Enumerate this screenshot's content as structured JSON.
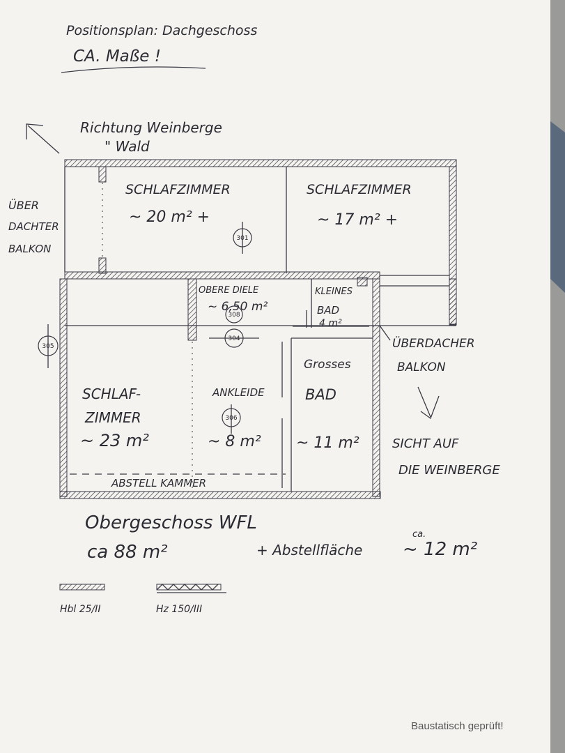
{
  "title": {
    "line1": "Positionsplan: Dachgeschoss",
    "line2": "CA. Maße !"
  },
  "direction_note": {
    "line1": "Richtung Weinberge",
    "line2": "\"   Wald"
  },
  "left_note": {
    "line1": "ÜBER",
    "line2": "DACHTER",
    "line3": "BALKON"
  },
  "right_note": {
    "line1": "ÜBERDACHER",
    "line2": "BALKON"
  },
  "view_note": {
    "line1": "SICHT AUF",
    "line2": "DIE WEINBERGE"
  },
  "rooms": {
    "bedroom_top_left": {
      "name": "SCHLAFZIMMER",
      "area": "~ 20 m² +"
    },
    "bedroom_top_right": {
      "name": "SCHLAFZIMMER",
      "area": "~ 17 m² +"
    },
    "upper_hall": {
      "name": "OBERE DIELE",
      "area": "~ 6,50 m²"
    },
    "small_bath": {
      "name": "KLEINES",
      "name2": "BAD",
      "area": "4 m²"
    },
    "bedroom_bottom": {
      "name": "SCHLAF-",
      "name2": "ZIMMER",
      "area": "~ 23 m²"
    },
    "dressing": {
      "name": "ANKLEIDE",
      "area": "~ 8 m²"
    },
    "big_bath": {
      "name": "Grosses",
      "name2": "BAD",
      "area": "~ 11 m²"
    },
    "storage": {
      "name": "ABSTELL KAMMER"
    }
  },
  "position_markers": [
    "301",
    "305",
    "308",
    "304",
    "306"
  ],
  "summary": {
    "line1": "Obergeschoss WFL",
    "line2a": "ca  88 m²",
    "line2b": "+ Abstellfläche",
    "line2c": "ca.",
    "line2d": "~ 12 m²"
  },
  "legend": {
    "item1": "Hbl 25/II",
    "item2": "Hz 150/III"
  },
  "footer": "Baustatisch geprüft!"
}
